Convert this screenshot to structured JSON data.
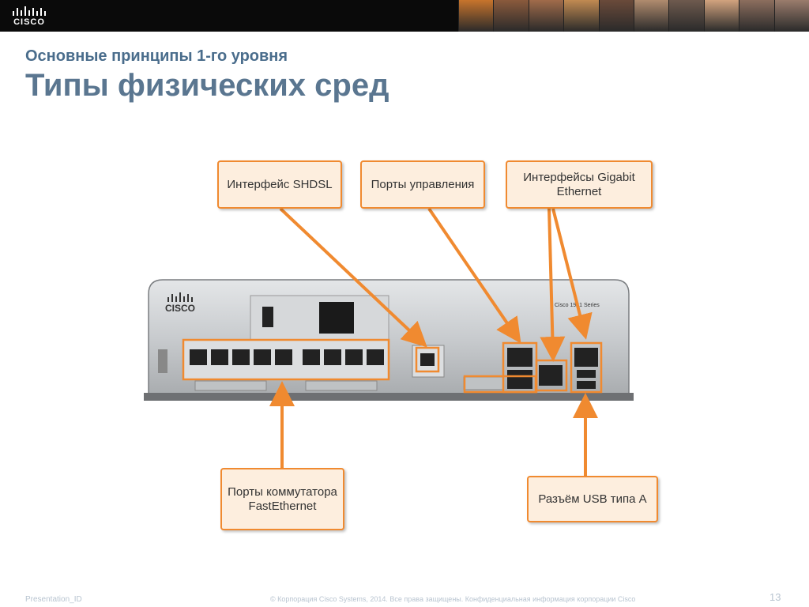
{
  "header": {
    "logo_text": "CISCO",
    "photo_colors": [
      "#c8742c",
      "#8a5a3c",
      "#a06b4a",
      "#c18a52",
      "#6a4a3a",
      "#b08b6e",
      "#6e5a4e",
      "#d2a27e",
      "#8c6e5e",
      "#9a7c6c"
    ]
  },
  "slide": {
    "subtitle": "Основные принципы 1-го уровня",
    "title": "Типы физических сред"
  },
  "callouts": {
    "shdsl": "Интерфейс SHDSL",
    "management": "Порты управления",
    "gigabit": "Интерфейсы Gigabit Ethernet",
    "switch_ports": "Порты коммутатора FastEthernet",
    "usb": "Разъём USB типа A"
  },
  "device": {
    "brand": "CISCO",
    "model": "Cisco 1941 Series"
  },
  "colors": {
    "accent": "#f08a30",
    "callout_bg": "#fdeede",
    "title": "#5a7690"
  },
  "footer": {
    "presentation_id": "Presentation_ID",
    "copyright": "© Корпорация Cisco Systems, 2014. Все права защищены.    Конфиденциальная информация корпорации Cisco",
    "page": "13"
  }
}
